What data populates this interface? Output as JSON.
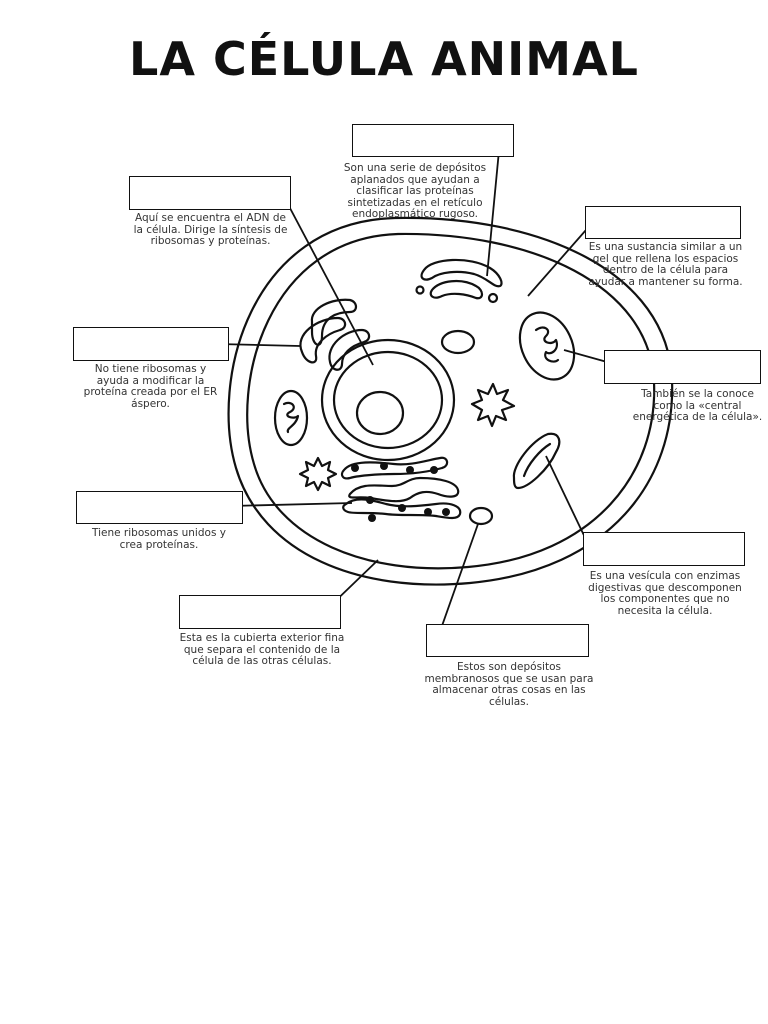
{
  "title": "LA CÉLULA ANIMAL",
  "descriptions": {
    "golgi": "Son una serie de depósitos aplanados que ayudan a clasificar las proteínas sintetizadas en el retículo endoplasmático rugoso.",
    "nucleus": "Aquí se encuentra el ADN de la célula. Dirige la síntesis de ribosomas y proteínas.",
    "cytoplasm": "Es una sustancia similar a un gel que rellena los espacios dentro de la célula para ayudar a mantener su forma.",
    "smooth_er": "No tiene ribosomas y ayuda a modificar la proteína creada por el ER áspero.",
    "mitochondria": "También se la conoce como la «central energética de la célula».",
    "rough_er": "Tiene ribosomas unidos y crea proteínas.",
    "lysosome": "Es una vesícula con enzimas digestivas que descomponen los componentes que no necesita la célula.",
    "membrane": "Esta es la cubierta exterior fina que separa el contenido de la célula de las otras células.",
    "vacuole": "Estos son depósitos membranosos que se usan para almacenar otras cosas en las células."
  }
}
